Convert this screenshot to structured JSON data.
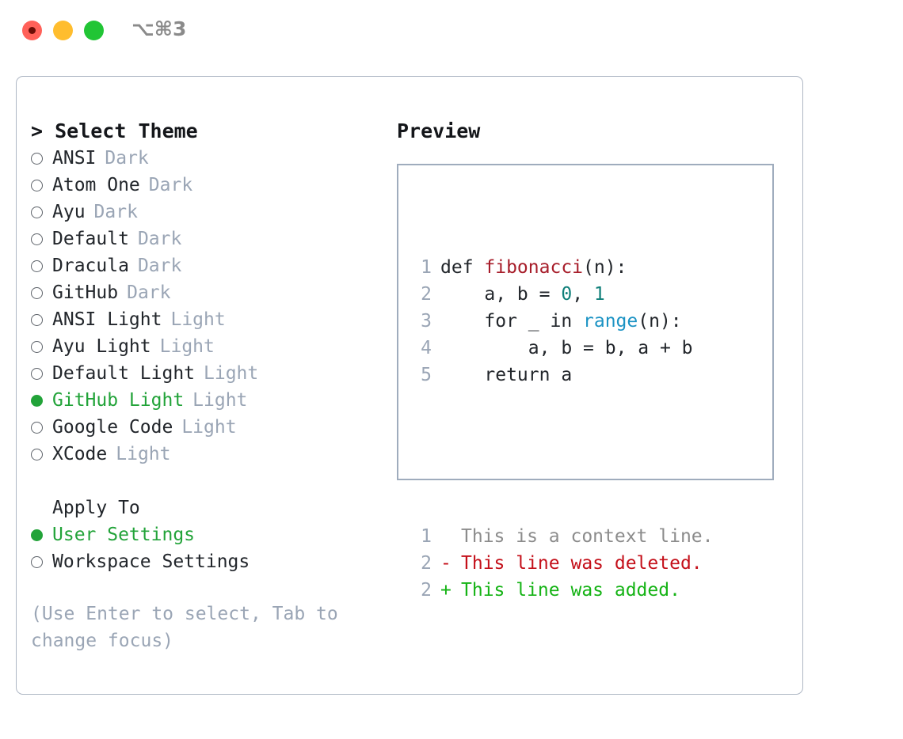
{
  "titlebar": {
    "shortcut": "⌥⌘3",
    "buttons": [
      {
        "name": "close",
        "color": "#ff6159"
      },
      {
        "name": "minimize",
        "color": "#ffbd2e"
      },
      {
        "name": "zoom",
        "color": "#21c535"
      }
    ]
  },
  "theme_picker": {
    "heading": "> Select Theme",
    "items": [
      {
        "label": "ANSI",
        "badge": "Dark",
        "selected": false
      },
      {
        "label": "Atom One",
        "badge": "Dark",
        "selected": false
      },
      {
        "label": "Ayu",
        "badge": "Dark",
        "selected": false
      },
      {
        "label": "Default",
        "badge": "Dark",
        "selected": false
      },
      {
        "label": "Dracula",
        "badge": "Dark",
        "selected": false
      },
      {
        "label": "GitHub",
        "badge": "Dark",
        "selected": false
      },
      {
        "label": "ANSI Light",
        "badge": "Light",
        "selected": false
      },
      {
        "label": "Ayu Light",
        "badge": "Light",
        "selected": false
      },
      {
        "label": "Default Light",
        "badge": "Light",
        "selected": false
      },
      {
        "label": "GitHub Light",
        "badge": "Light",
        "selected": true
      },
      {
        "label": "Google Code",
        "badge": "Light",
        "selected": false
      },
      {
        "label": "XCode",
        "badge": "Light",
        "selected": false
      }
    ]
  },
  "apply_to": {
    "heading": "Apply To",
    "options": [
      {
        "label": "User Settings",
        "selected": true
      },
      {
        "label": "Workspace Settings",
        "selected": false
      }
    ]
  },
  "hint": "(Use Enter to select, Tab to change focus)",
  "preview": {
    "title": "Preview",
    "code_lines": [
      {
        "num": "1",
        "segments": [
          {
            "text": "def ",
            "type": "plain"
          },
          {
            "text": "fibonacci",
            "type": "fn"
          },
          {
            "text": "(n):",
            "type": "plain"
          }
        ]
      },
      {
        "num": "2",
        "segments": [
          {
            "text": "    a, b = ",
            "type": "plain"
          },
          {
            "text": "0",
            "type": "num"
          },
          {
            "text": ", ",
            "type": "plain"
          },
          {
            "text": "1",
            "type": "num"
          }
        ]
      },
      {
        "num": "3",
        "segments": [
          {
            "text": "    for _ in ",
            "type": "plain"
          },
          {
            "text": "range",
            "type": "call"
          },
          {
            "text": "(n):",
            "type": "plain"
          }
        ]
      },
      {
        "num": "4",
        "segments": [
          {
            "text": "        a, b = b, a + b",
            "type": "plain"
          }
        ]
      },
      {
        "num": "5",
        "segments": [
          {
            "text": "    return a",
            "type": "plain"
          }
        ]
      }
    ],
    "diff_lines": [
      {
        "num": "1",
        "marker": " ",
        "text": "This is a context line.",
        "type": "ctx"
      },
      {
        "num": "2",
        "marker": "-",
        "text": "This line was deleted.",
        "type": "del"
      },
      {
        "num": "2",
        "marker": "+",
        "text": "This line was added.",
        "type": "add"
      }
    ]
  },
  "colors": {
    "accent_green": "#22a339",
    "muted": "#9aa5b5",
    "border": "#aeb7c4",
    "preview_border": "#9facbd",
    "fn_red": "#a71d2a",
    "num_teal": "#0f7f79",
    "call_blue": "#1c93c4",
    "diff_del": "#c4101a",
    "diff_add": "#15b315"
  }
}
